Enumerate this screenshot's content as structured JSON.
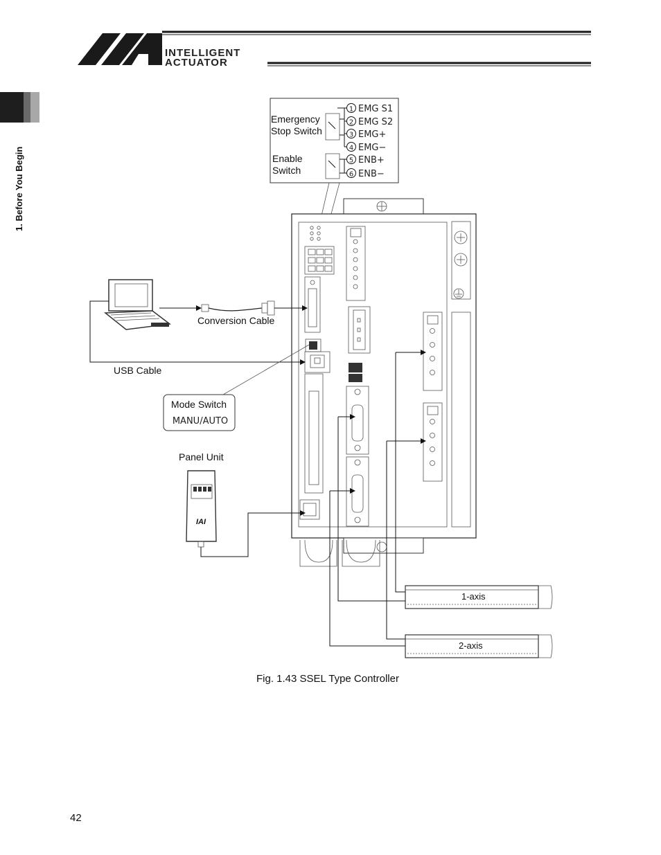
{
  "header": {
    "logo_line1": "INTELLIGENT",
    "logo_line2": "ACTUATOR"
  },
  "side_tab": {
    "section_label": "1. Before You Begin"
  },
  "diagram": {
    "emergency_switch_label": [
      "Emergency",
      "Stop Switch"
    ],
    "enable_switch_label": [
      "Enable",
      "Switch"
    ],
    "pins": [
      {
        "num": "1",
        "name": "EMG S1"
      },
      {
        "num": "2",
        "name": "EMG S2"
      },
      {
        "num": "3",
        "name": "EMG+"
      },
      {
        "num": "4",
        "name": "EMG−"
      },
      {
        "num": "5",
        "name": "ENB+"
      },
      {
        "num": "6",
        "name": "ENB−"
      }
    ],
    "conversion_cable_label": "Conversion Cable",
    "usb_cable_label": "USB Cable",
    "mode_switch_title": "Mode Switch",
    "mode_switch_value": "MANU/AUTO",
    "panel_unit_label": "Panel Unit",
    "panel_logo": "IAI",
    "axis1_label": "1-axis",
    "axis2_label": "2-axis"
  },
  "caption": "Fig. 1.43 SSEL Type Controller",
  "page_number": "42"
}
